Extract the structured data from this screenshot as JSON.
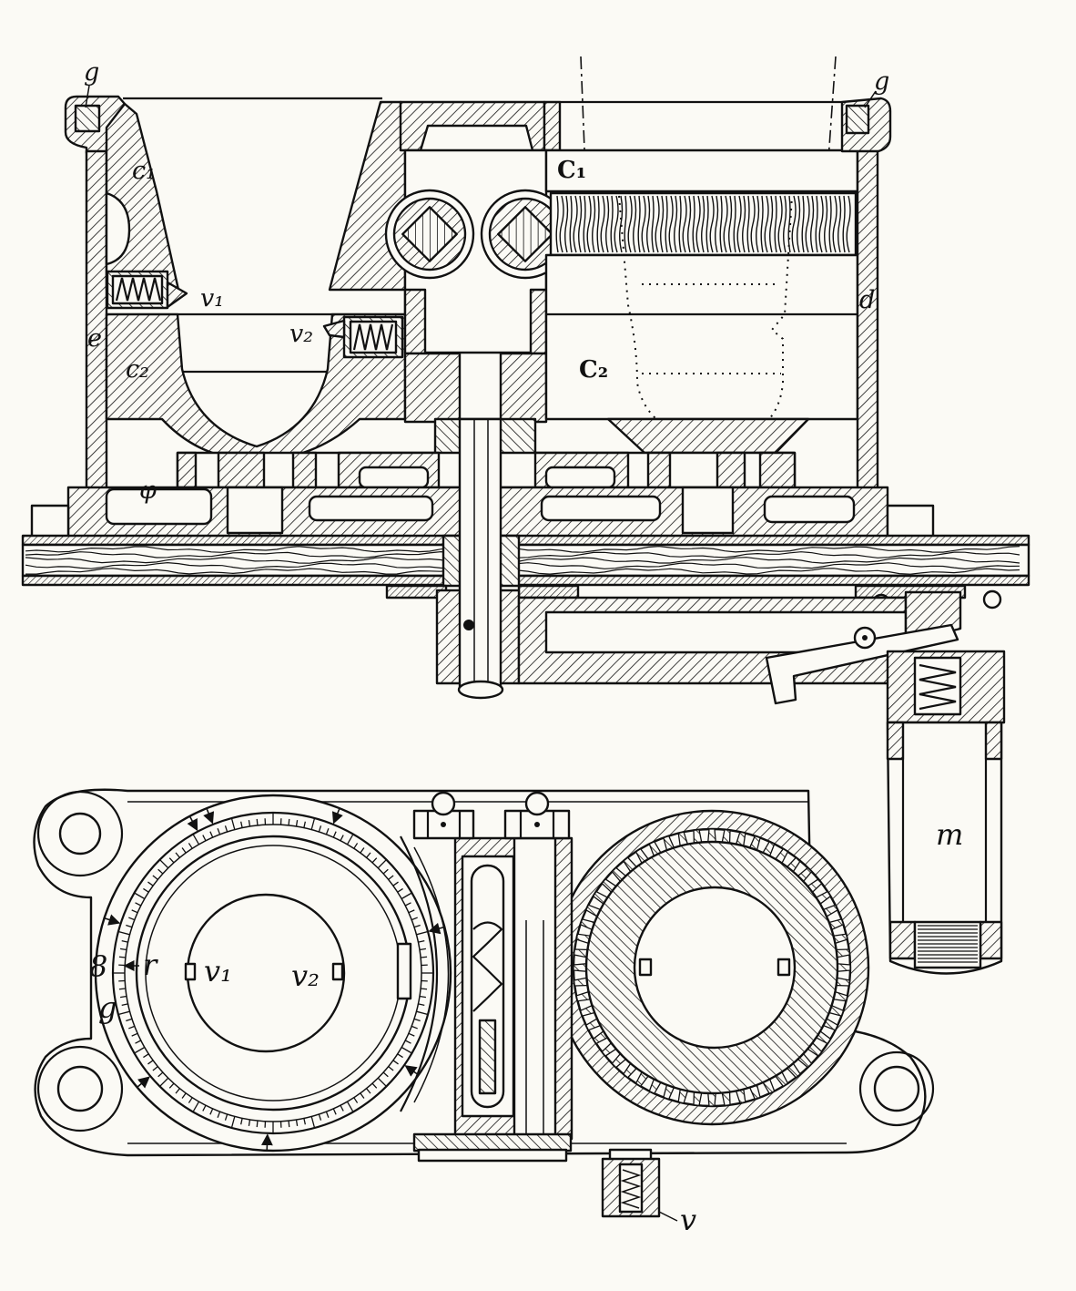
{
  "labels": {
    "top_left_g": "g",
    "top_right_g": "g",
    "left_c1": "c₁",
    "right_c1": "C₁",
    "v1_top": "v₁",
    "v2_top": "v₂",
    "e": "e",
    "left_c2": "c₂",
    "right_c2": "C₂",
    "d": "d",
    "phi": "φ",
    "m": "m",
    "plan_8": "8",
    "plan_g": "g",
    "r": "r",
    "v1_plan": "v₁",
    "v2_plan": "v₂",
    "v": "v"
  },
  "colors": {
    "ink": "#111111",
    "paper": "#fbfaf5"
  }
}
